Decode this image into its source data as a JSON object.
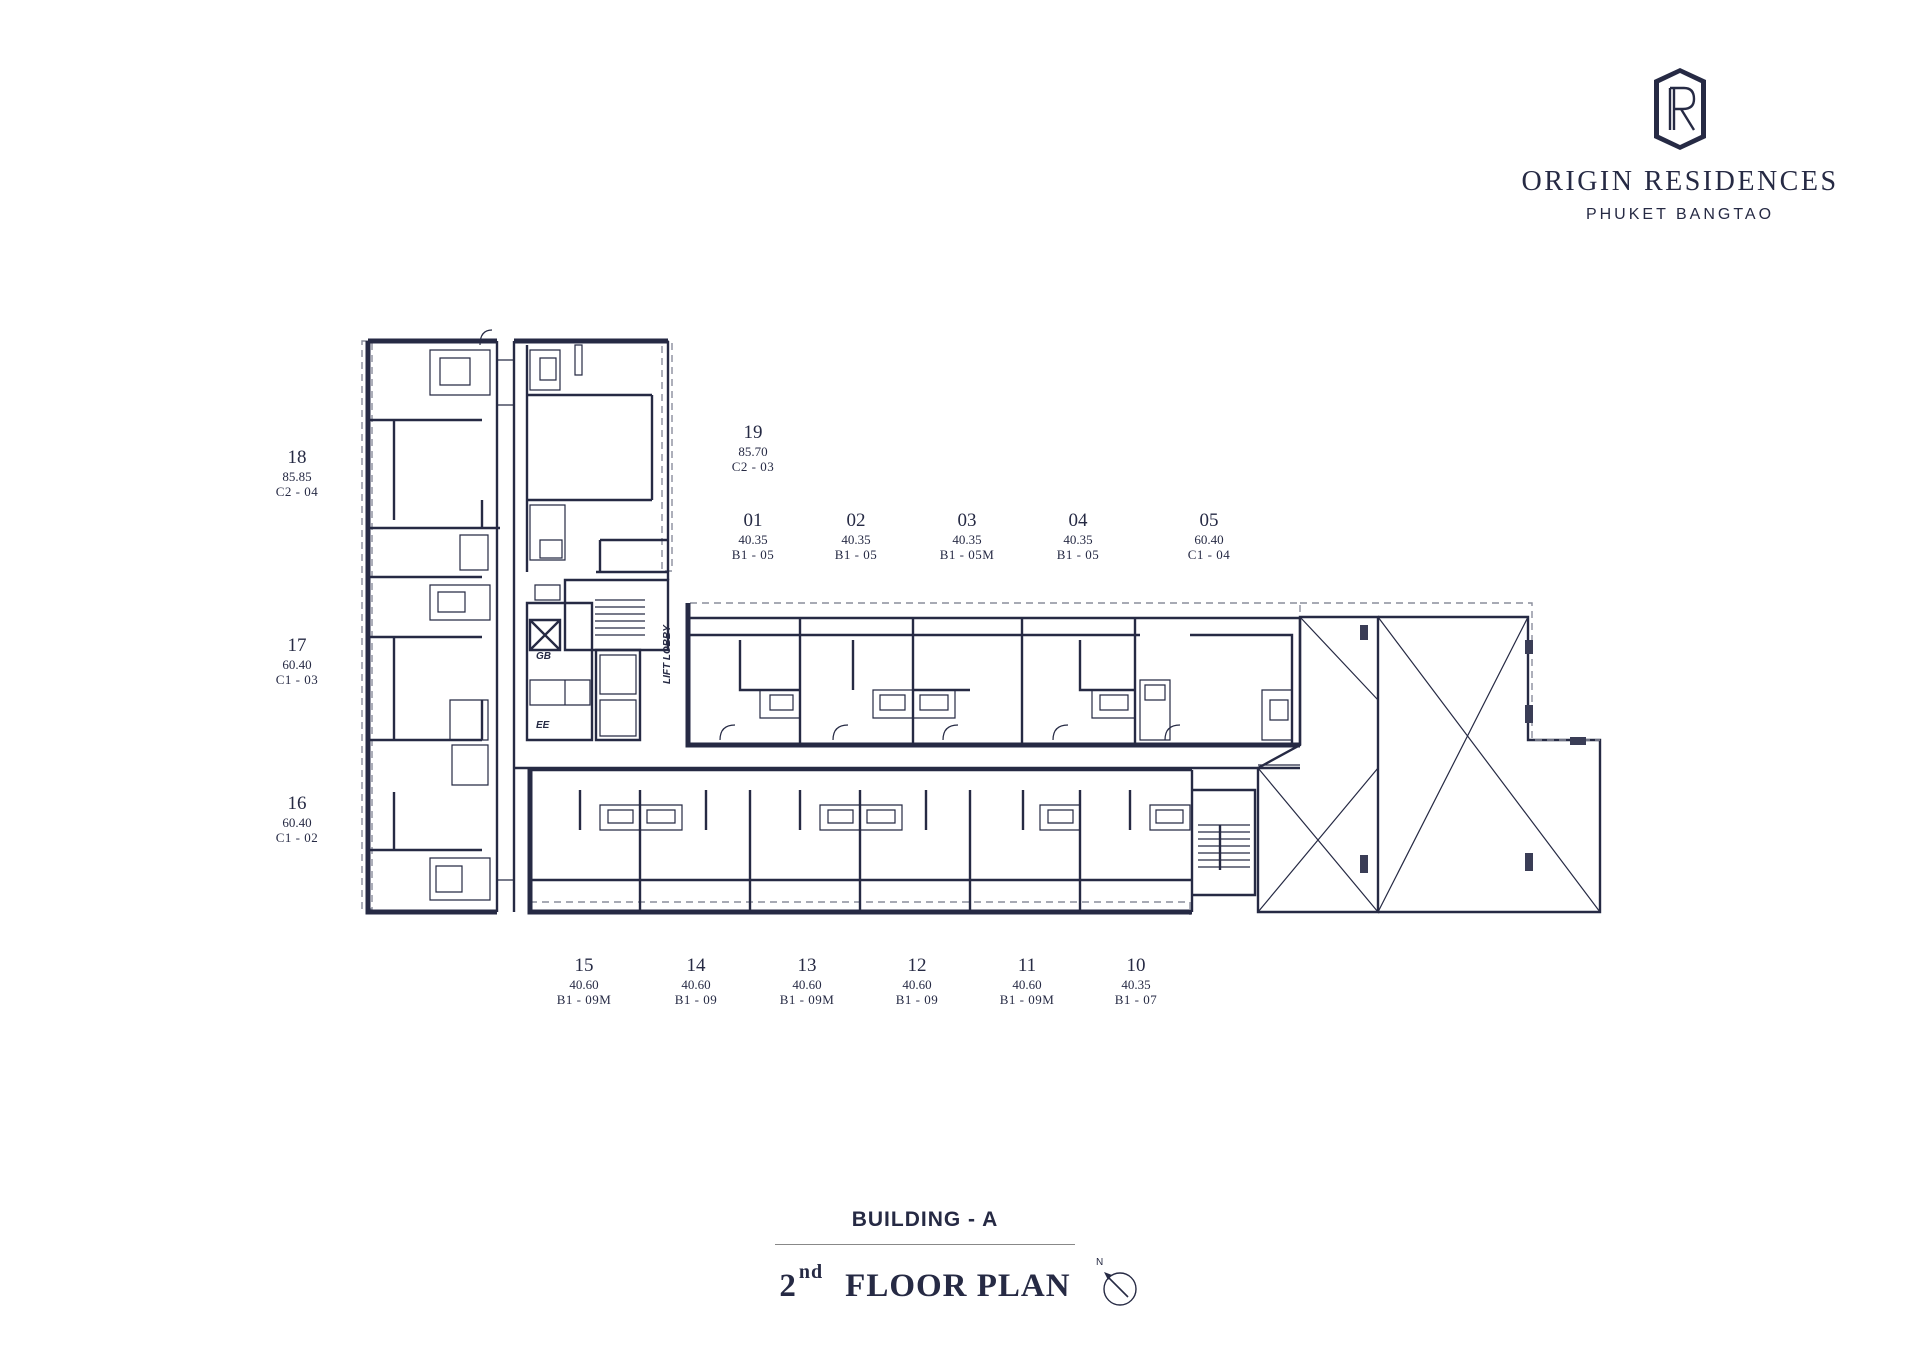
{
  "brand": {
    "logo_icon": "monogram-r-icon",
    "name": "ORIGIN RESIDENCES",
    "subtitle": "PHUKET BANGTAO"
  },
  "plan_labels": {
    "lift_lobby": "LIFT LOBBY",
    "gb": "GB",
    "ee": "EE"
  },
  "units": [
    {
      "no": "18",
      "area": "85.85",
      "type": "C2 - 04"
    },
    {
      "no": "17",
      "area": "60.40",
      "type": "C1 - 03"
    },
    {
      "no": "16",
      "area": "60.40",
      "type": "C1 - 02"
    },
    {
      "no": "19",
      "area": "85.70",
      "type": "C2 - 03"
    },
    {
      "no": "01",
      "area": "40.35",
      "type": "B1 - 05"
    },
    {
      "no": "02",
      "area": "40.35",
      "type": "B1 - 05"
    },
    {
      "no": "03",
      "area": "40.35",
      "type": "B1 - 05M"
    },
    {
      "no": "04",
      "area": "40.35",
      "type": "B1 - 05"
    },
    {
      "no": "05",
      "area": "60.40",
      "type": "C1 - 04"
    },
    {
      "no": "15",
      "area": "40.60",
      "type": "B1 - 09M"
    },
    {
      "no": "14",
      "area": "40.60",
      "type": "B1 - 09"
    },
    {
      "no": "13",
      "area": "40.60",
      "type": "B1 - 09M"
    },
    {
      "no": "12",
      "area": "40.60",
      "type": "B1 - 09"
    },
    {
      "no": "11",
      "area": "40.60",
      "type": "B1 - 09M"
    },
    {
      "no": "10",
      "area": "40.35",
      "type": "B1 - 07"
    }
  ],
  "footer": {
    "building": "BUILDING - A",
    "floor_number": "2",
    "floor_suffix": "nd",
    "floor_title": "FLOOR PLAN",
    "north_label": "N",
    "north_icon": "north-arrow-icon"
  },
  "colors": {
    "ink": "#262a44",
    "dashed": "#8a8d9c",
    "background": "#ffffff"
  }
}
